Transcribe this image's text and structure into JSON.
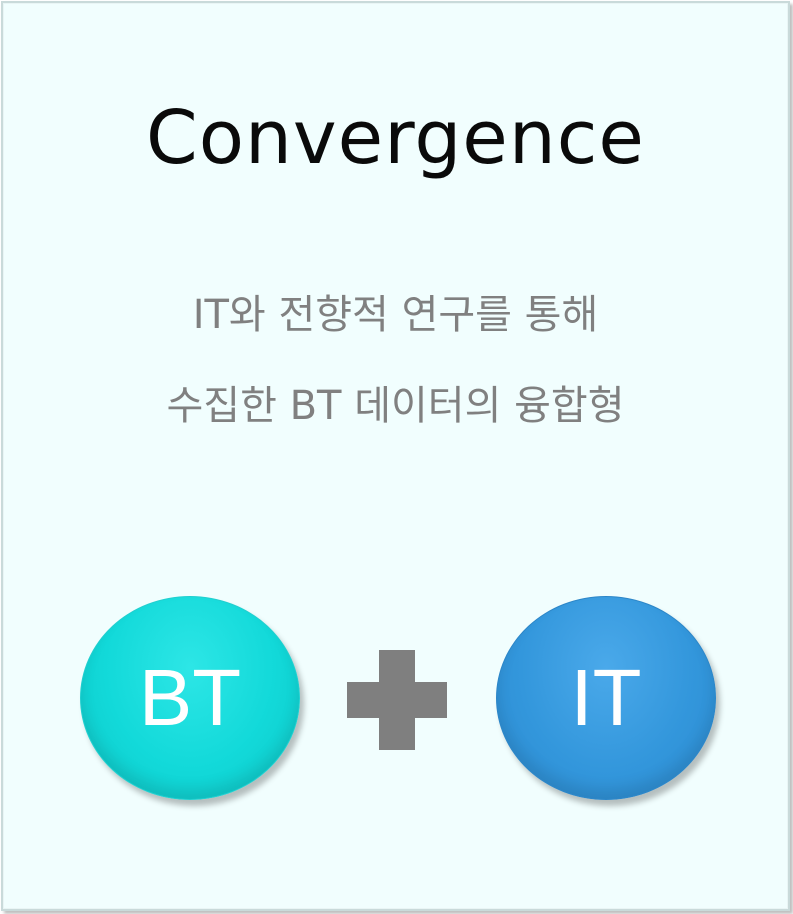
{
  "title": "Convergence",
  "subtitle": {
    "line1": "IT와 전향적 연구를 통해",
    "line2": "수집한 BT 데이터의 융합형"
  },
  "formula": {
    "left_circle_label": "BT",
    "operator_icon": "plus-icon",
    "right_circle_label": "IT"
  },
  "colors": {
    "background": "#f1fefe",
    "title_text": "#0a0a0a",
    "subtitle_text": "#808080",
    "bt_circle": "#12d9d9",
    "it_circle": "#3397dc",
    "plus": "#7f7f7f"
  }
}
